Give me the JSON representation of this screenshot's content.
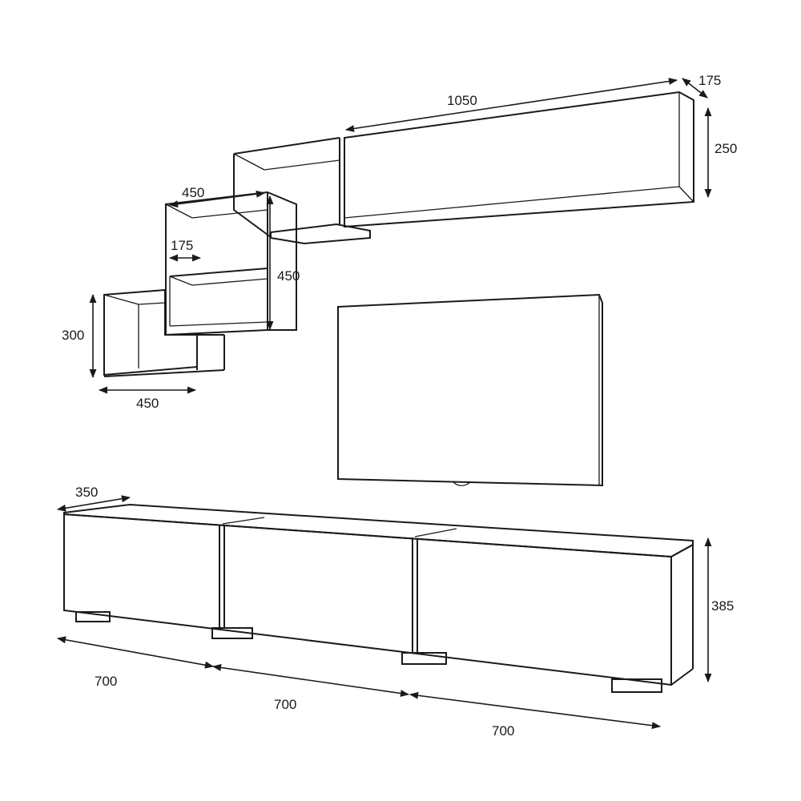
{
  "colors": {
    "line": "#1a1a1a",
    "background": "#ffffff"
  },
  "dimensions": {
    "top_shelf_length": "1050",
    "top_shelf_depth": "175",
    "top_shelf_height": "250",
    "middle_cube_width": "450",
    "middle_cube_depth": "175",
    "middle_cube_height": "450",
    "small_cube_height": "300",
    "small_cube_width": "450",
    "tv_unit_depth": "350",
    "tv_unit_height": "385",
    "tv_unit_section_1": "700",
    "tv_unit_section_2": "700",
    "tv_unit_section_3": "700"
  }
}
